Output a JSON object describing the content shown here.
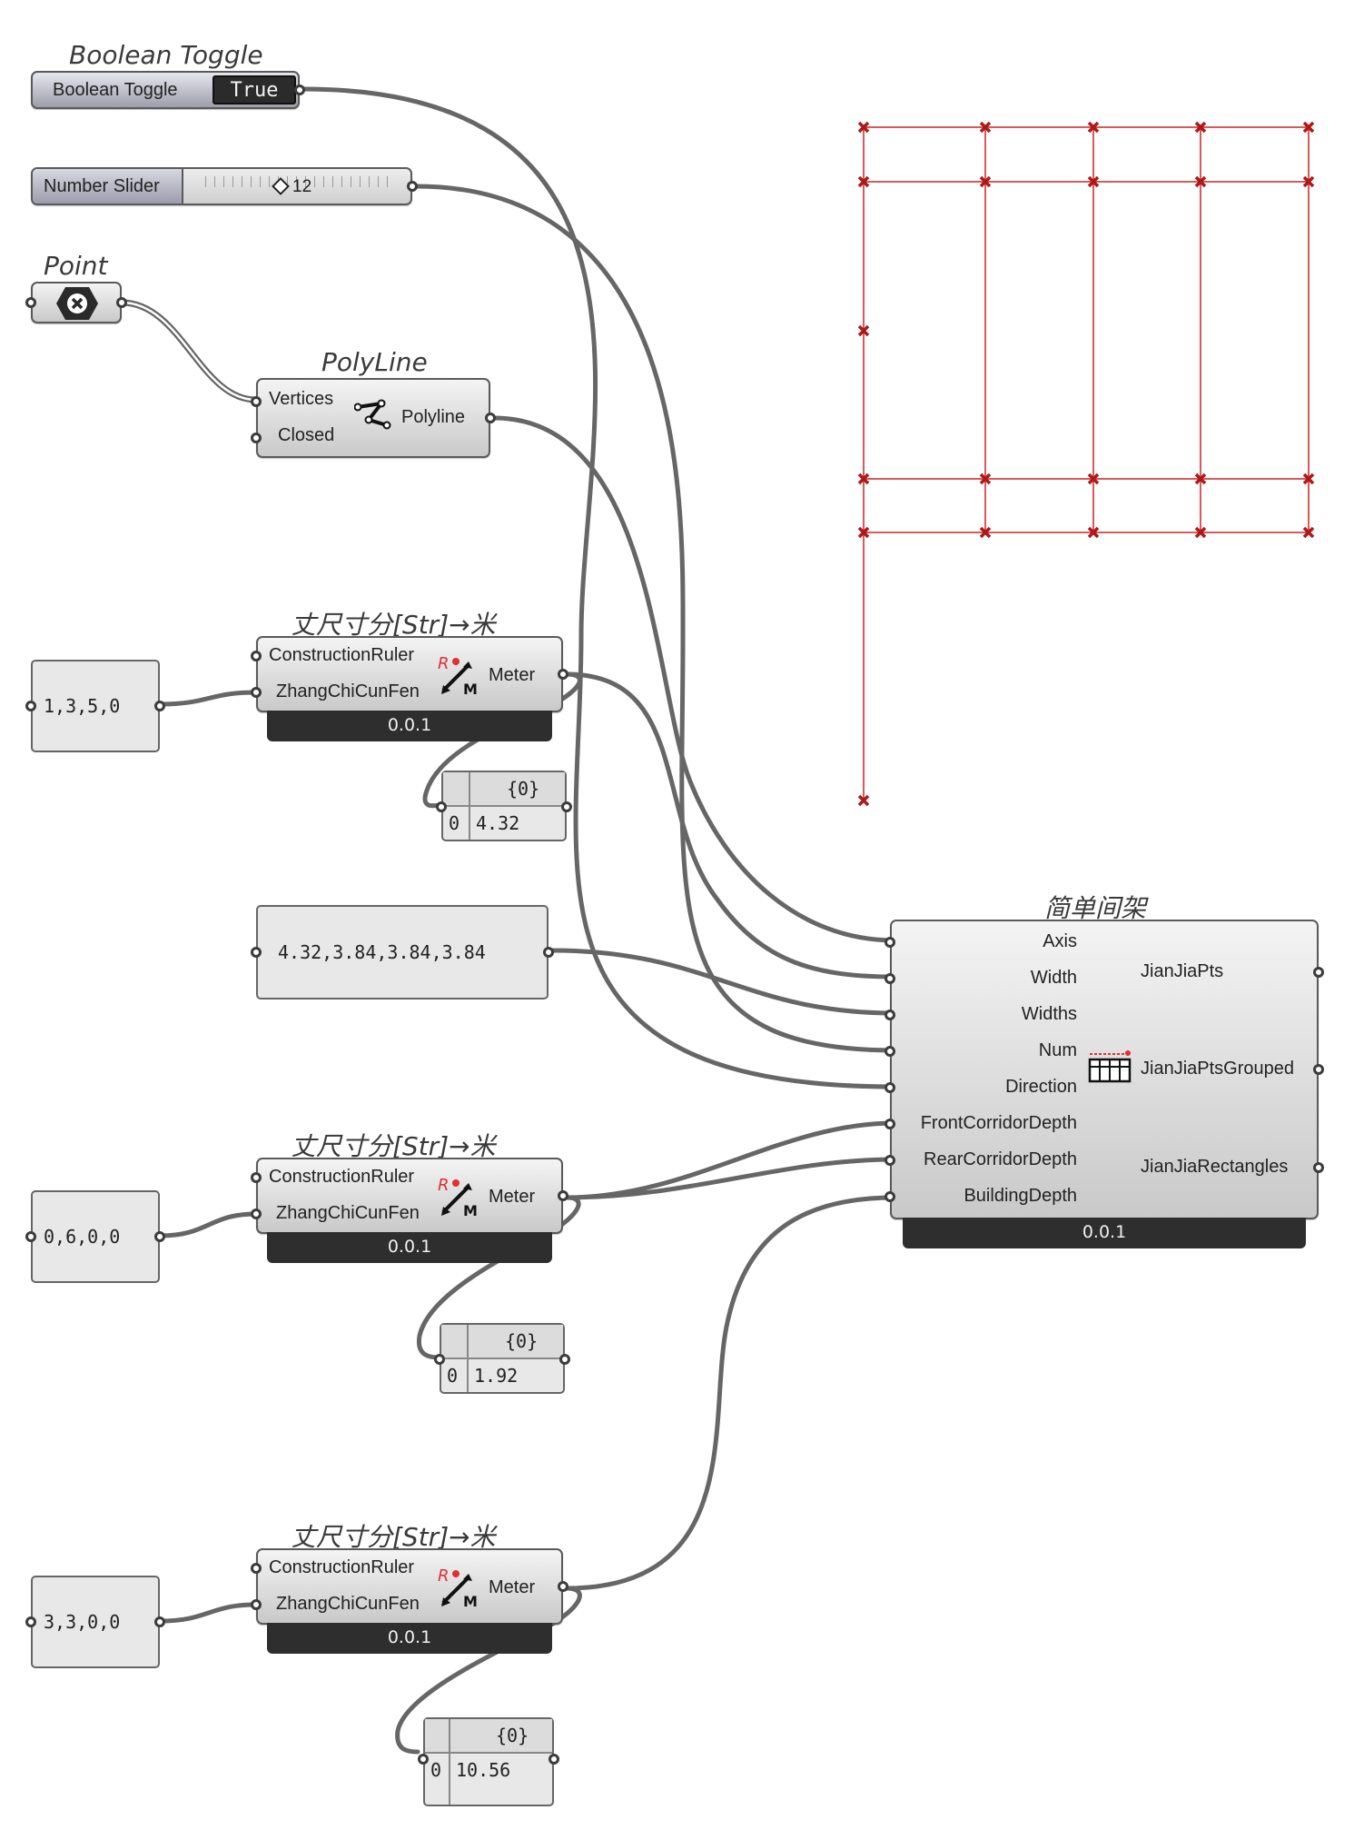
{
  "boolean_toggle": {
    "title": "Boolean Toggle",
    "label": "Boolean Toggle",
    "value": "True"
  },
  "number_slider": {
    "label": "Number Slider",
    "value": "12"
  },
  "point": {
    "title": "Point"
  },
  "polyline": {
    "title": "PolyLine",
    "inputs": [
      "Vertices",
      "Closed"
    ],
    "output": "Polyline"
  },
  "converters": [
    {
      "title": "丈尺寸分[Str]→米",
      "inputs": [
        "ConstructionRuler",
        "ZhangChiCunFen"
      ],
      "output": "Meter",
      "version": "0.0.1",
      "input_panel": "1,3,5,0",
      "result": {
        "path": "{0}",
        "index": "0",
        "value": "4.32"
      }
    },
    {
      "title": "丈尺寸分[Str]→米",
      "inputs": [
        "ConstructionRuler",
        "ZhangChiCunFen"
      ],
      "output": "Meter",
      "version": "0.0.1",
      "input_panel": "0,6,0,0",
      "result": {
        "path": "{0}",
        "index": "0",
        "value": "1.92"
      }
    },
    {
      "title": "丈尺寸分[Str]→米",
      "inputs": [
        "ConstructionRuler",
        "ZhangChiCunFen"
      ],
      "output": "Meter",
      "version": "0.0.1",
      "input_panel": "3,3,0,0",
      "result": {
        "path": "{0}",
        "index": "0",
        "value": "10.56"
      }
    }
  ],
  "widths_panel": "4.32,3.84,3.84,3.84",
  "jianjia": {
    "title": "简单间架",
    "inputs": [
      "Axis",
      "Width",
      "Widths",
      "Num",
      "Direction",
      "FrontCorridorDepth",
      "RearCorridorDepth",
      "BuildingDepth"
    ],
    "outputs": [
      "JianJiaPts",
      "JianJiaPtsGrouped",
      "JianJiaRectangles"
    ],
    "version": "0.0.1"
  },
  "colors": {
    "wire": "#666666",
    "preview": "#d85a5a",
    "point_marker": "#b01818",
    "version_bar": "#2e2e2e"
  }
}
